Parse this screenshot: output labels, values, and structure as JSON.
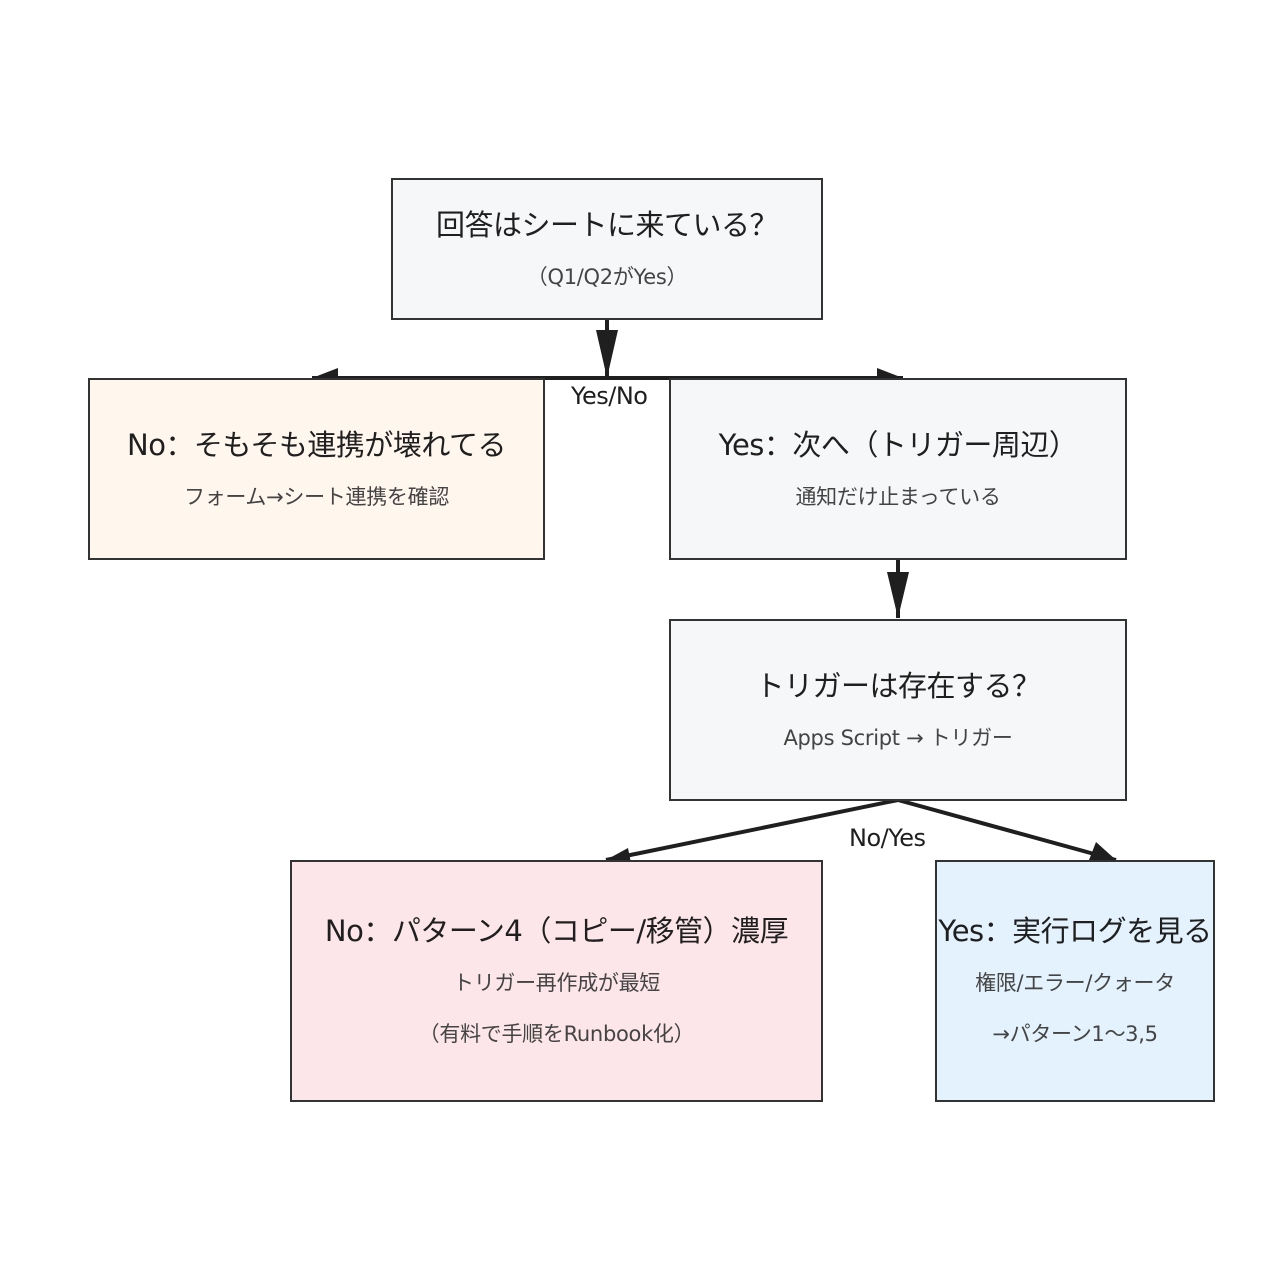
{
  "nodes": {
    "q_sheet": {
      "title": "回答はシートに来ている？",
      "sub": "（Q1/Q2がYes）",
      "fill": "#f6f7f9"
    },
    "no_link": {
      "title": "No：そもそも連携が壊れてる",
      "sub": "フォーム→シート連携を確認",
      "fill": "#fff6ee"
    },
    "yes_next": {
      "title": "Yes：次へ（トリガー周辺）",
      "sub": "通知だけ止まっている",
      "fill": "#f6f7f9"
    },
    "q_trigger": {
      "title": "トリガーは存在する？",
      "sub": "Apps Script → トリガー",
      "fill": "#f6f7f9"
    },
    "no_pattern4": {
      "title": "No：パターン4（コピー/移管）濃厚",
      "sub1": "トリガー再作成が最短",
      "sub2": "（有料で手順をRunbook化）",
      "fill": "#fde6ea"
    },
    "yes_log": {
      "title": "Yes：実行ログを見る",
      "sub1": "権限/エラー/クォータ",
      "sub2": "→パターン1〜3,5",
      "fill": "#e3f2fd"
    }
  },
  "edges": {
    "label_top": "Yes/No",
    "label_bottom": "No/Yes"
  },
  "colors": {
    "border": "#333333",
    "edge": "#1f1f1f"
  }
}
